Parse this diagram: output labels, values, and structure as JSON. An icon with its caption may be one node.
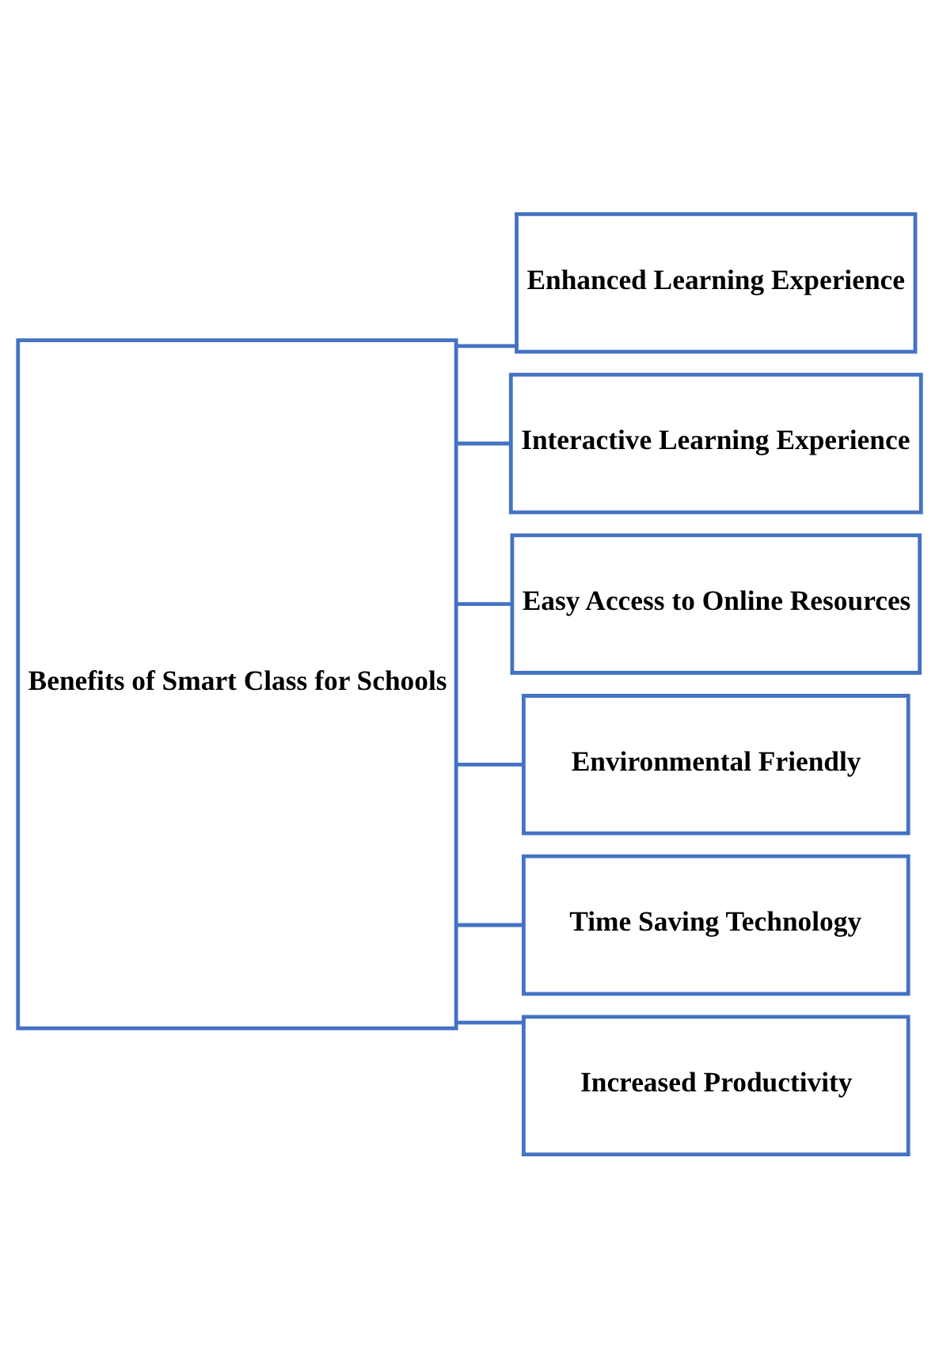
{
  "diagram": {
    "nodes": [
      {
        "text": [
          "Benefits of Smart Class for Schools"
        ]
      },
      {
        "text": [
          "Enhanced Learning Experience"
        ]
      },
      {
        "text": [
          "Interactive Learning Experience"
        ]
      },
      {
        "text": [
          "Easy Access to Online Resources"
        ]
      },
      {
        "text": [
          "Environmental Friendly"
        ]
      },
      {
        "text": [
          "Time Saving Technology"
        ]
      },
      {
        "text": [
          "Increased Productivity"
        ]
      }
    ],
    "edges": [
      {
        "from": 0,
        "to": 1,
        "arrow": "none"
      },
      {
        "from": 0,
        "to": 2,
        "arrow": "none"
      },
      {
        "from": 0,
        "to": 3,
        "arrow": "none"
      },
      {
        "from": 0,
        "to": 4,
        "arrow": "none"
      },
      {
        "from": 0,
        "to": 5,
        "arrow": "none"
      },
      {
        "from": 0,
        "to": 6,
        "arrow": "none"
      }
    ]
  }
}
